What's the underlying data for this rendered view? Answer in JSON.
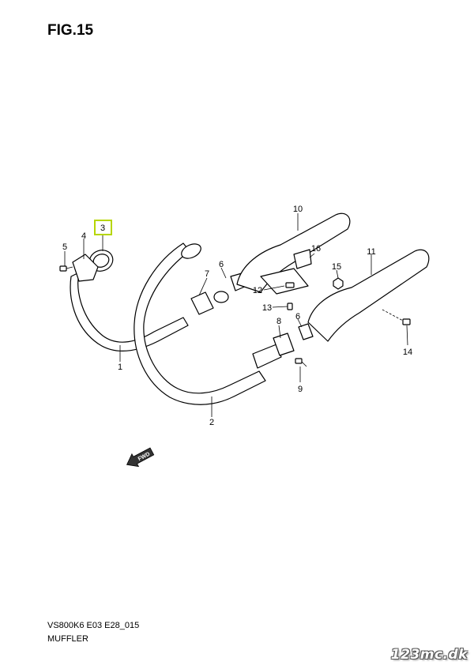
{
  "figure": {
    "title": "FIG.15"
  },
  "callouts": [
    {
      "id": "1",
      "label": "1"
    },
    {
      "id": "2",
      "label": "2"
    },
    {
      "id": "3",
      "label": "3",
      "highlighted": true
    },
    {
      "id": "4",
      "label": "4"
    },
    {
      "id": "5",
      "label": "5"
    },
    {
      "id": "6a",
      "label": "6"
    },
    {
      "id": "6b",
      "label": "6"
    },
    {
      "id": "7",
      "label": "7"
    },
    {
      "id": "8",
      "label": "8"
    },
    {
      "id": "9",
      "label": "9"
    },
    {
      "id": "10",
      "label": "10"
    },
    {
      "id": "11",
      "label": "11"
    },
    {
      "id": "12",
      "label": "12"
    },
    {
      "id": "13",
      "label": "13"
    },
    {
      "id": "14",
      "label": "14"
    },
    {
      "id": "15",
      "label": "15"
    },
    {
      "id": "16",
      "label": "16"
    }
  ],
  "direction_marker": {
    "label": "FWD"
  },
  "footer": {
    "code": "VS800K6 E03 E28_015",
    "name": "MUFFLER"
  },
  "watermark": {
    "text": "123mc.dk"
  },
  "colors": {
    "highlight": "#b6d600"
  }
}
